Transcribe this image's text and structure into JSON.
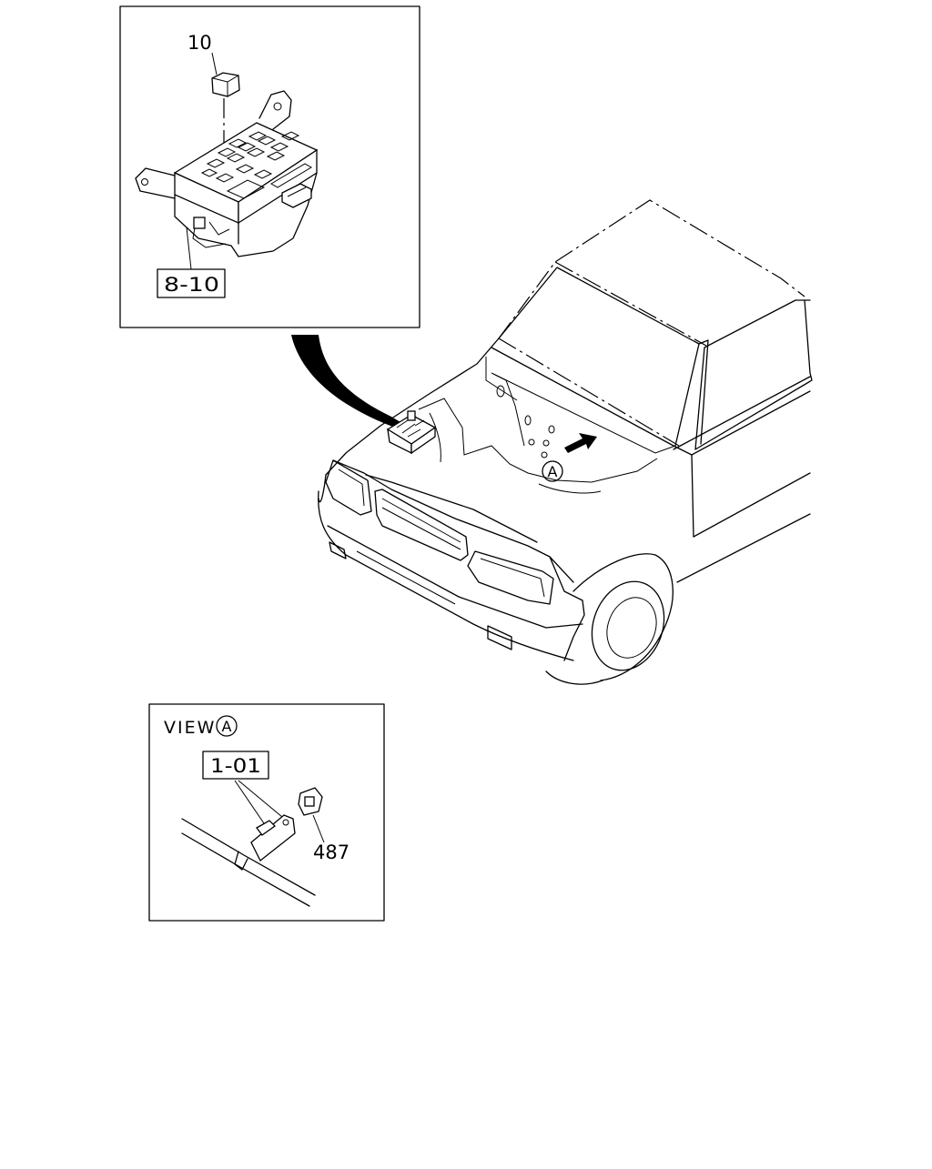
{
  "diagram": {
    "callouts": {
      "relay": "10",
      "relay_box_ref": "8-10",
      "view_ref": "1-01",
      "clip": "487"
    },
    "view_label": "VIEW",
    "view_marker": "A",
    "vehicle_marker": "A"
  }
}
